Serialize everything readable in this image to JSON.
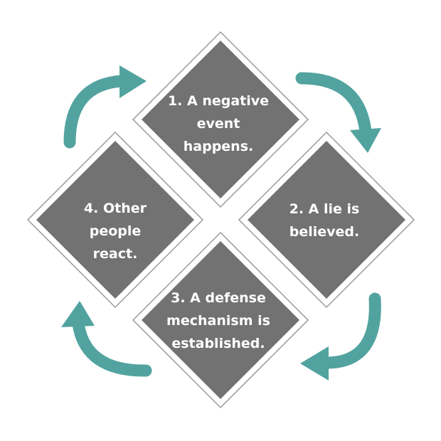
{
  "colors": {
    "tile_fill": "#727272",
    "tile_outline": "#9a9a9a",
    "arrow": "#52a39f",
    "text": "#ffffff",
    "background": "#ffffff"
  },
  "steps": [
    {
      "id": "step-1",
      "label": "1. A negative\nevent\nhappens."
    },
    {
      "id": "step-2",
      "label": "2. A lie is\nbelieved."
    },
    {
      "id": "step-3",
      "label": "3.  A defense\nmechanism is\nestablished."
    },
    {
      "id": "step-4",
      "label": "4. Other\npeople\nreact."
    }
  ],
  "arrows": [
    {
      "name": "arrow-step1-to-step2"
    },
    {
      "name": "arrow-step2-to-step3"
    },
    {
      "name": "arrow-step3-to-step4"
    },
    {
      "name": "arrow-step4-to-step1"
    }
  ]
}
